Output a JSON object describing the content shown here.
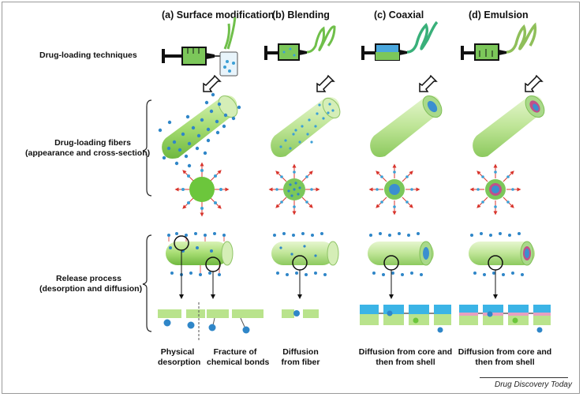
{
  "columns": [
    {
      "title": "(a) Surface modification"
    },
    {
      "title": "(b) Blending"
    },
    {
      "title": "(c) Coaxial"
    },
    {
      "title": "(d) Emulsion"
    }
  ],
  "rows": {
    "techniques": "Drug-loading techniques",
    "fibers_line1": "Drug-loading fibers",
    "fibers_line2": "(appearance and cross-section)",
    "release_line1": "Release process",
    "release_line2": "(desorption and diffusion)"
  },
  "captions": {
    "a1_line1": "Physical",
    "a1_line2": "desorption",
    "a2_line1": "Fracture of",
    "a2_line2": "chemical bonds",
    "b_line1": "Diffusion",
    "b_line2": "from fiber",
    "c_line1": "Diffusion from core and",
    "c_line2": "then from shell",
    "d_line1": "Diffusion from core and",
    "d_line2": "then from shell"
  },
  "source": "Drug Discovery Today",
  "colors": {
    "fiber_green": "#9fd86a",
    "fiber_dark": "#5aa632",
    "drug_blue": "#3b9fd6",
    "core_pink": "#c0508a",
    "arrow_red": "#d8342c"
  }
}
